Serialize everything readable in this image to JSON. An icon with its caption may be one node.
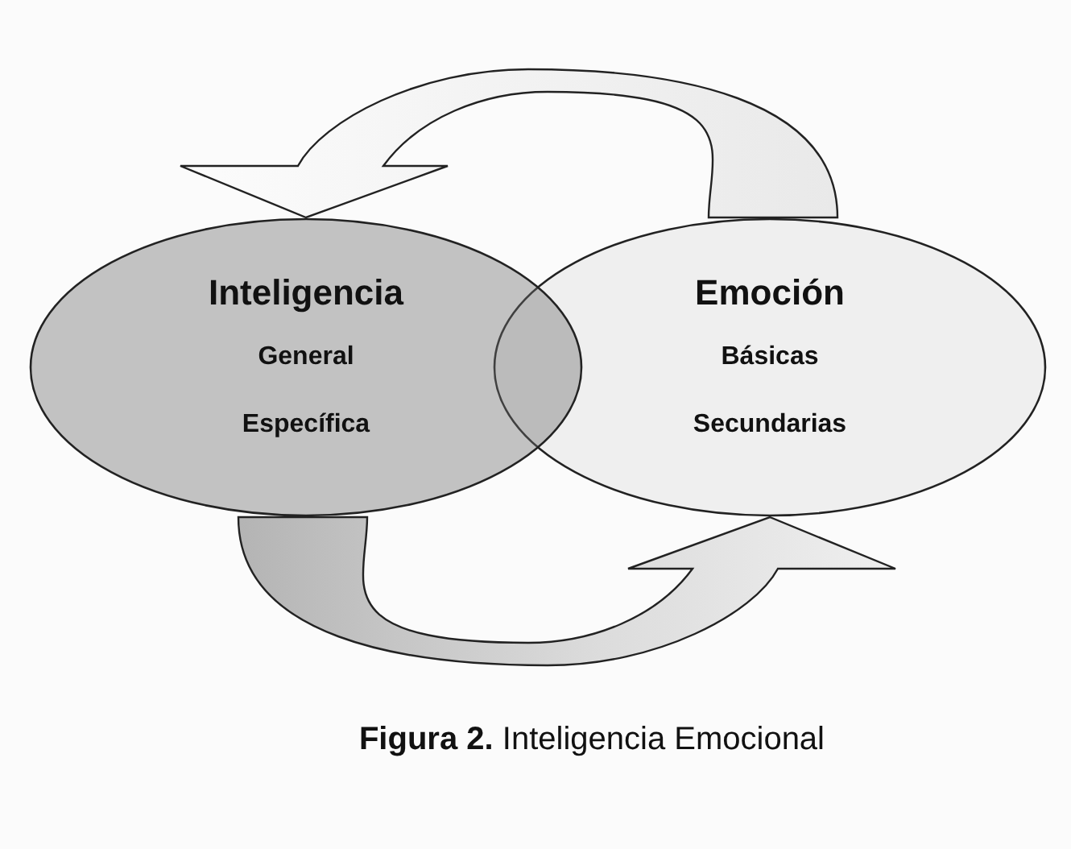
{
  "diagram": {
    "caption": "**Figura 2.** Inteligencia Emocional",
    "nodes": [
      {
        "text": [
          "Inteligencia",
          "General",
          "Específica"
        ]
      },
      {
        "text": [
          "Emoción",
          "Básicas",
          "Secundarias"
        ]
      }
    ],
    "edges": [
      {
        "from": 1,
        "to": 0,
        "arrow": "to"
      },
      {
        "from": 0,
        "to": 1,
        "arrow": "to"
      }
    ]
  }
}
